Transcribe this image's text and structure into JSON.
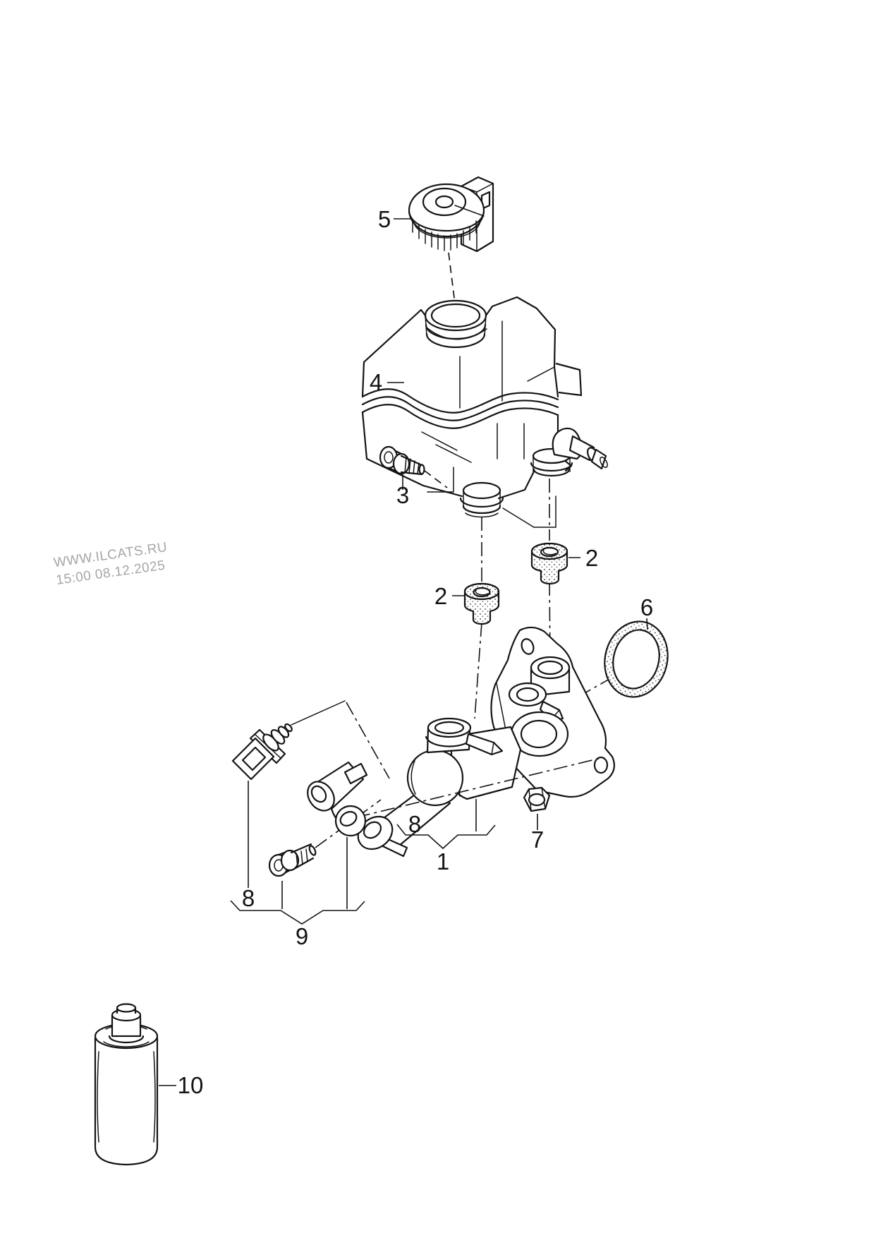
{
  "watermark": {
    "site": "WWW.ILCATS.RU",
    "timestamp": "15:00 08.12.2025",
    "color": "#a6a6a6"
  },
  "callouts": {
    "c1": "1",
    "c2_left": "2",
    "c2_right": "2",
    "c3": "3",
    "c4": "4",
    "c5": "5",
    "c6": "6",
    "c7": "7",
    "c8_sensor": "8",
    "c8_group": "8",
    "c9": "9",
    "c10": "10"
  },
  "colors": {
    "line": "#141414",
    "background": "#ffffff"
  }
}
